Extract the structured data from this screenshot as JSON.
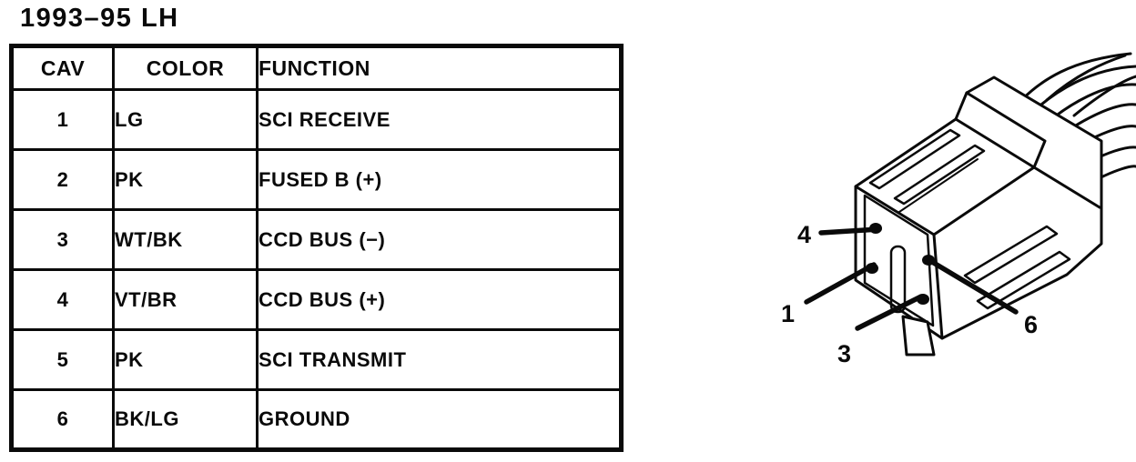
{
  "title": "1993–95 LH",
  "table": {
    "headers": [
      "CAV",
      "COLOR",
      "FUNCTION"
    ],
    "rows": [
      {
        "cav": "1",
        "color": "LG",
        "function": "SCI RECEIVE"
      },
      {
        "cav": "2",
        "color": "PK",
        "function": "FUSED B (+)"
      },
      {
        "cav": "3",
        "color": "WT/BK",
        "function": "CCD BUS (−)"
      },
      {
        "cav": "4",
        "color": "VT/BR",
        "function": "CCD BUS (+)"
      },
      {
        "cav": "5",
        "color": "PK",
        "function": "SCI TRANSMIT"
      },
      {
        "cav": "6",
        "color": "BK/LG",
        "function": "GROUND"
      }
    ]
  },
  "connector": {
    "description": "6-cavity data link connector, isometric line drawing with wire bundle",
    "callouts": [
      "4",
      "1",
      "3",
      "6"
    ]
  },
  "colors": {
    "ink": "#0a0a0a",
    "paper": "#ffffff"
  }
}
